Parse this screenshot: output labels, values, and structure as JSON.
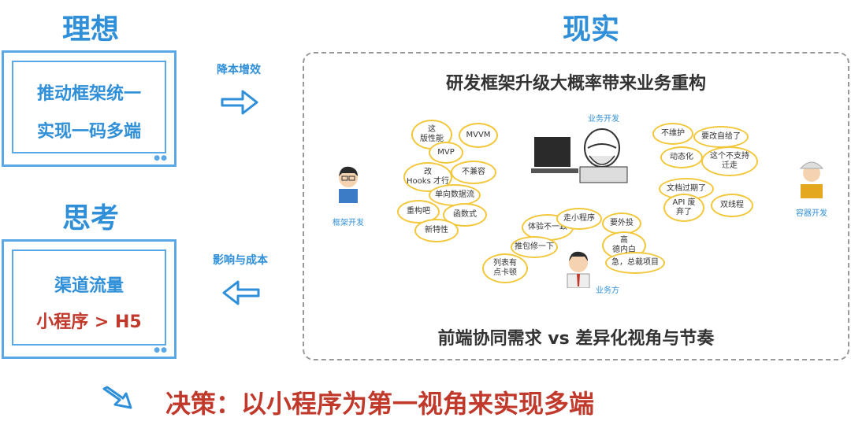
{
  "ideal": {
    "heading": "理想",
    "line1": "推动框架统一",
    "line2": "实现一码多端"
  },
  "arrow_right_label": "降本增效",
  "thinking": {
    "heading": "思考",
    "line1": "渠道流量",
    "line2_red": "小程序",
    "line2_rest": " > H5"
  },
  "arrow_left_label": "影响与成本",
  "reality": {
    "heading": "现实",
    "title": "研发框架升级大概率带来业务重构",
    "footer": "前端协同需求 vs 差异化视角与节奏",
    "roles": {
      "framework_dev": "框架开发",
      "business_dev": "业务开发",
      "container_dev": "容器开发",
      "business_side": "业务方"
    },
    "bubbles_left": [
      "这\n版性能",
      "MVVM",
      "MVP",
      "不兼容",
      "改\nHooks 才行",
      "单向数据流",
      "重构吧",
      "函数式",
      "新特性"
    ],
    "bubbles_middle": [
      "体验不一致",
      "走小程序",
      "要外投",
      "推包修一下",
      "高\n德内白",
      "列表有\n点卡顿",
      "急，总裁项目"
    ],
    "bubbles_right": [
      "不维护",
      "要改自给了",
      "动态化",
      "这个不支持\n迁走",
      "文档过期了",
      "API 废\n弃了",
      "双线程"
    ]
  },
  "decision": "决策：以小程序为第一视角来实现多端",
  "colors": {
    "accent_blue": "#2f8fd8",
    "accent_red": "#c0392b",
    "bubble_border": "#f3c73a"
  }
}
